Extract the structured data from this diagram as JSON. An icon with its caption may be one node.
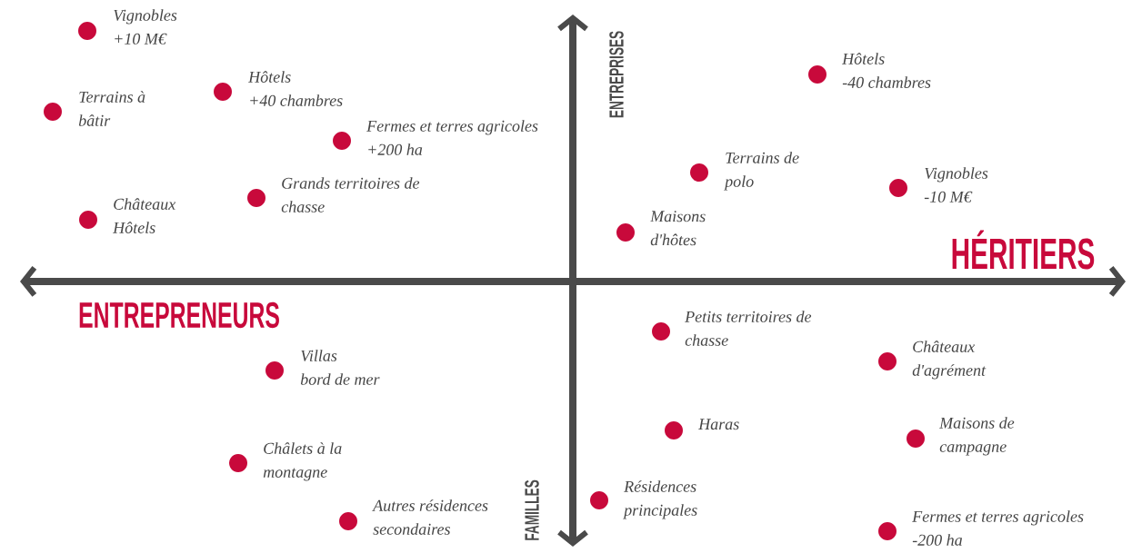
{
  "diagram": {
    "labels": [
      "Vignobles +10 M€",
      "ENTREPRISES",
      "Hôtels -40 chambres",
      "Hôtels +40 chambres",
      "Terrains à bâtir",
      "Fermes et terres agricoles +200 ha",
      "Terrains de polo",
      "Vignobles -10 M€",
      "Grands territoires de chasse",
      "Châteaux Hôtels",
      "Maisons d'hôtes",
      "HÉRITIERS",
      "ENTREPRENEURS",
      "Petits territoires de chasse",
      "Châteaux d'agrément",
      "Villas bord de mer",
      "Haras",
      "Maisons de campagne",
      "Châlets à la montagne",
      "FAMILLES",
      "Résidences principales",
      "Autres résidences secondaires",
      "Fermes et terres agricoles -200 ha"
    ]
  }
}
